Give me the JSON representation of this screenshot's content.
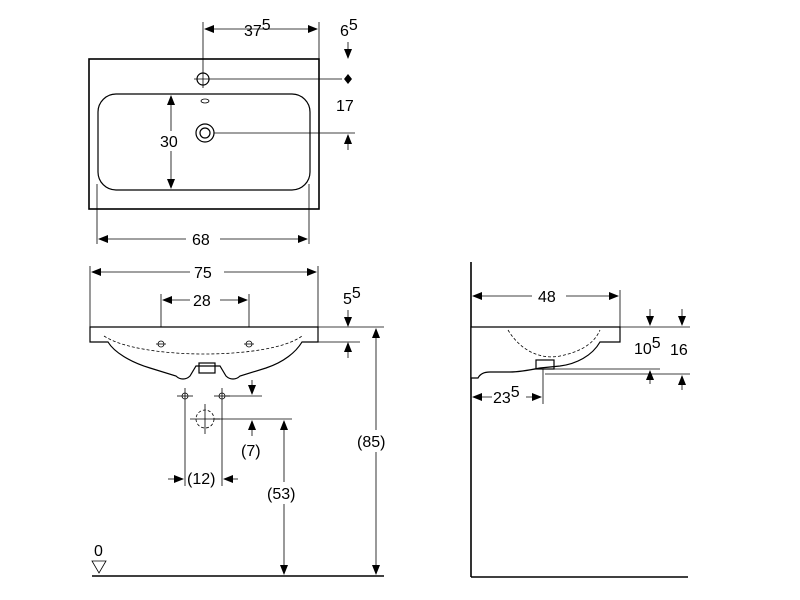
{
  "top_view": {
    "dims": {
      "tap_from_edge": {
        "main": "37",
        "sup": "5"
      },
      "edge_offset": {
        "main": "6",
        "sup": "5"
      },
      "tap_to_drain": "17",
      "bowl_depth": "30",
      "bowl_width": "68"
    }
  },
  "front_view": {
    "dims": {
      "overall_width": "75",
      "hole_spacing": "28",
      "rim_thickness": {
        "main": "5",
        "sup": "5"
      },
      "trap_offset_v": "(7)",
      "trap_offset_h": "(12)",
      "trap_height": "(53)",
      "mount_height": "(85)",
      "floor_level": "0"
    }
  },
  "side_view": {
    "dims": {
      "depth": "48",
      "rim_height": {
        "main": "10",
        "sup": "5"
      },
      "overall_height": "16",
      "drain_from_wall": {
        "main": "23",
        "sup": "5"
      }
    }
  }
}
